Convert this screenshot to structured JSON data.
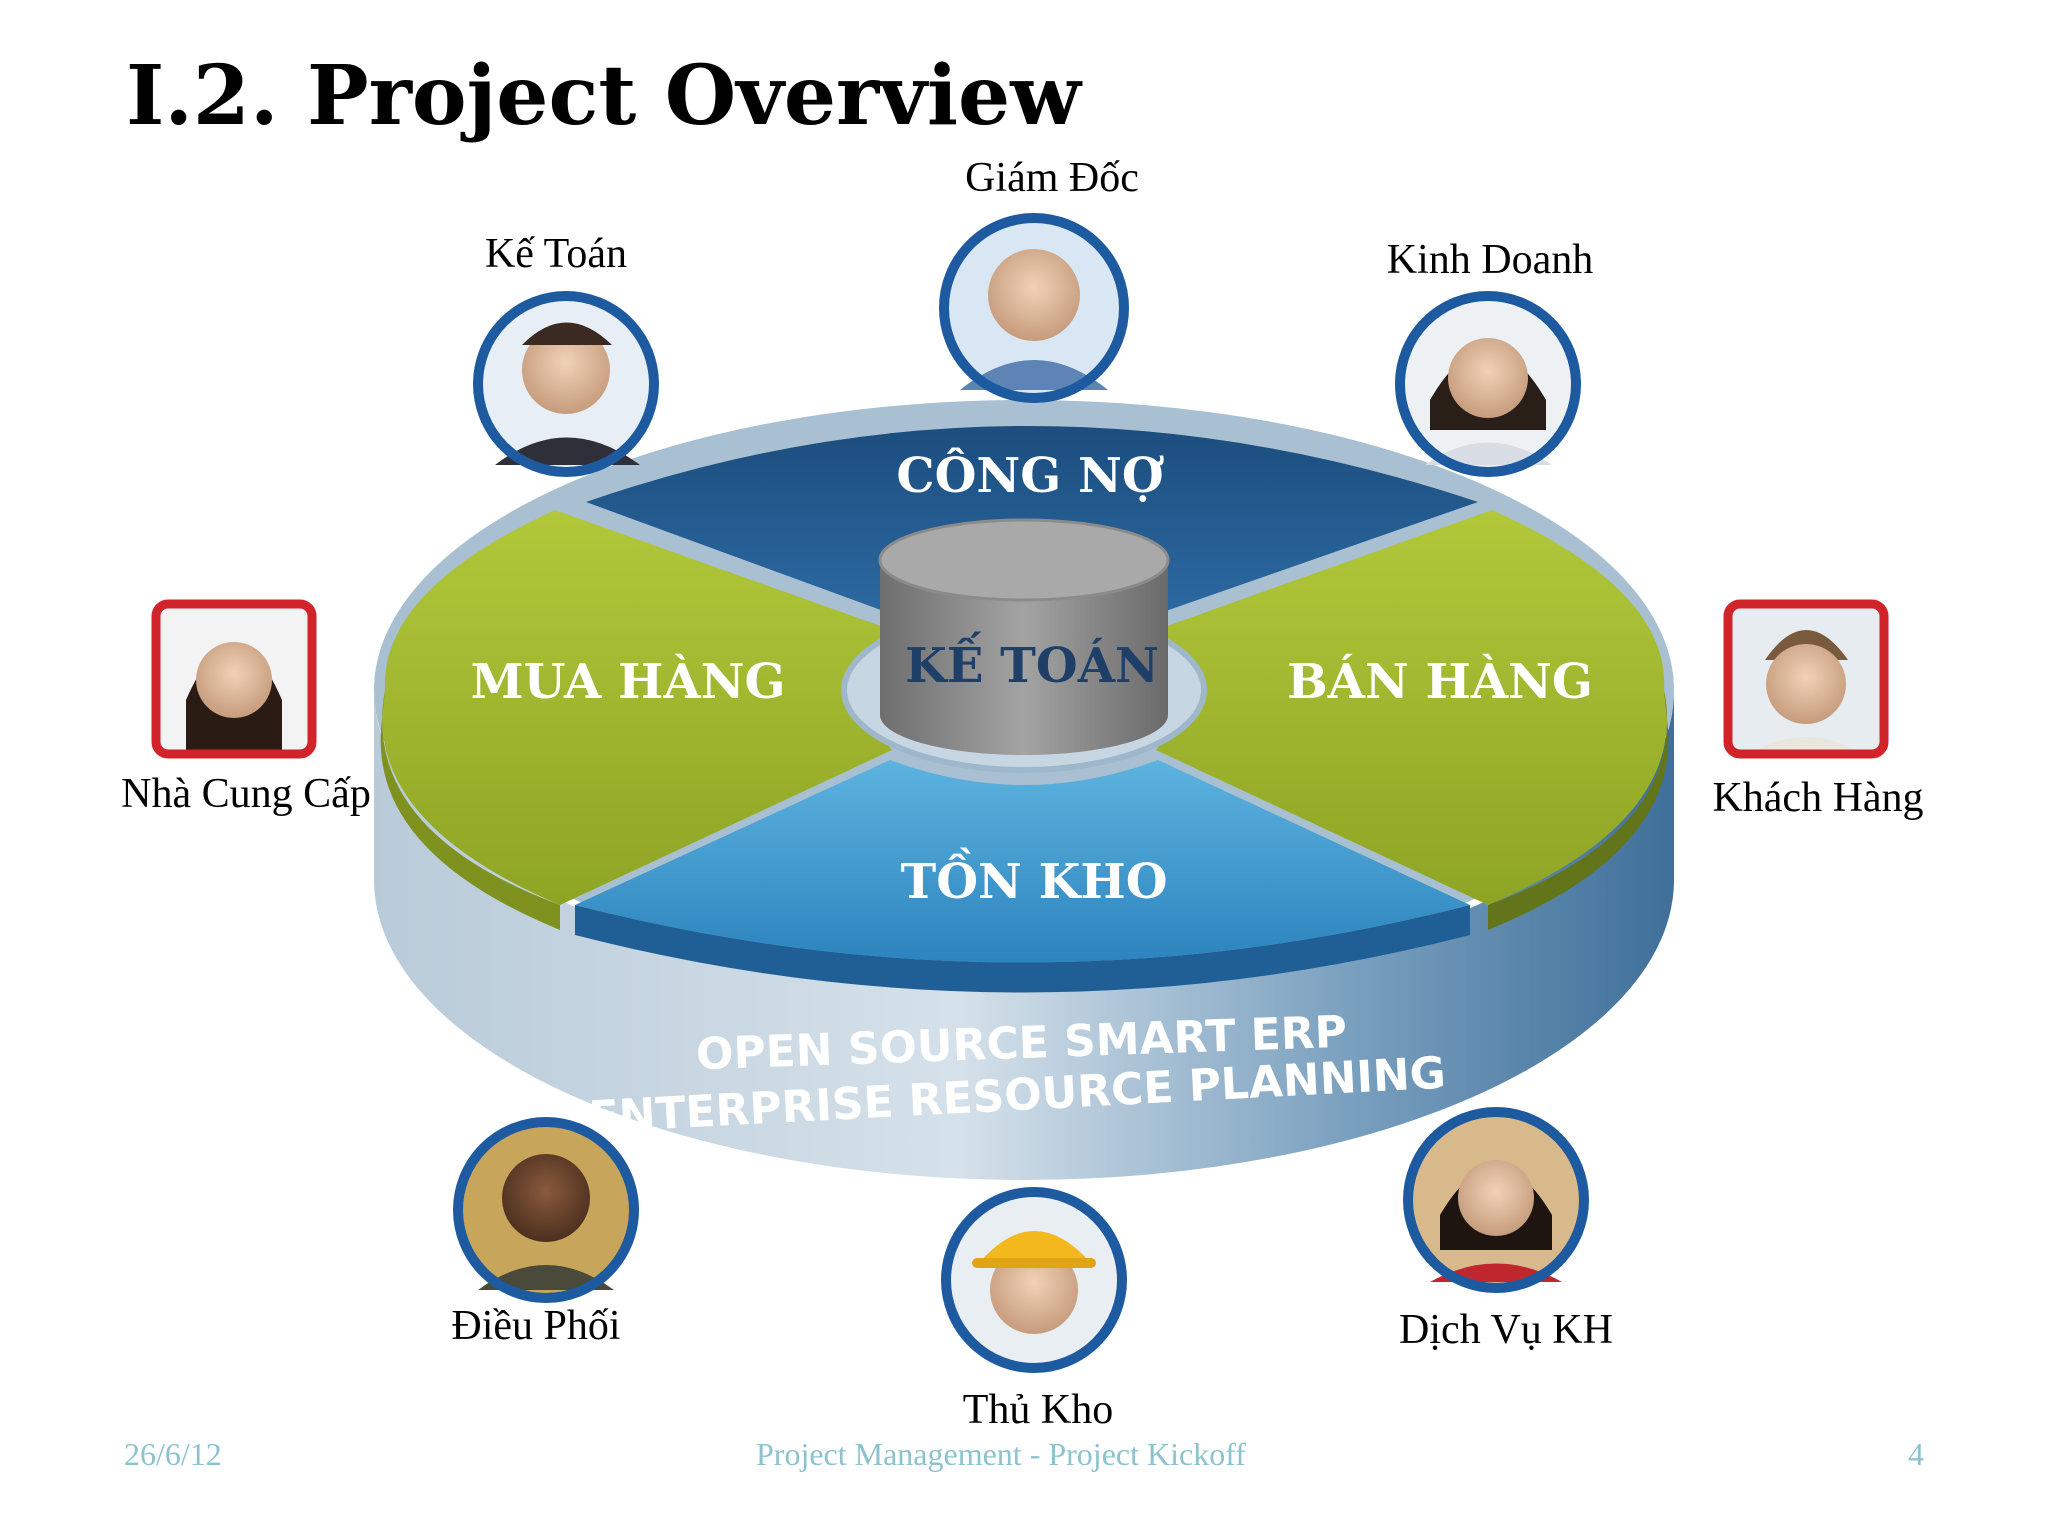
{
  "slide": {
    "title": "I.2. Project Overview"
  },
  "diagram": {
    "center": "KẾ TOÁN",
    "segments": {
      "top": "CÔNG NỢ",
      "left": "MUA HÀNG",
      "right": "BÁN HÀNG",
      "bottom": "TỒN KHO"
    },
    "band_line1": "OPEN SOURCE SMART ERP",
    "band_line2": "ENTERPRISE RESOURCE PLANNING"
  },
  "people": {
    "giam_doc": "Giám Đốc",
    "ke_toan": "Kế Toán",
    "kinh_doanh": "Kinh Doanh",
    "nha_cung_cap": "Nhà Cung Cấp",
    "khach_hang": "Khách Hàng",
    "dieu_phoi": "Điều Phối",
    "thu_kho": "Thủ Kho",
    "dich_vu_kh": "Dịch Vụ KH"
  },
  "footer": {
    "date": "26/6/12",
    "center": "Project Management - Project Kickoff",
    "page": "4"
  },
  "colors": {
    "green": "#9db52e",
    "dark_blue": "#245a8c",
    "light_blue": "#3b95c8",
    "cylinder_gray": "#8e8e8e",
    "avatar_ring_blue": "#1d5aa0",
    "avatar_frame_red": "#d1232a"
  }
}
